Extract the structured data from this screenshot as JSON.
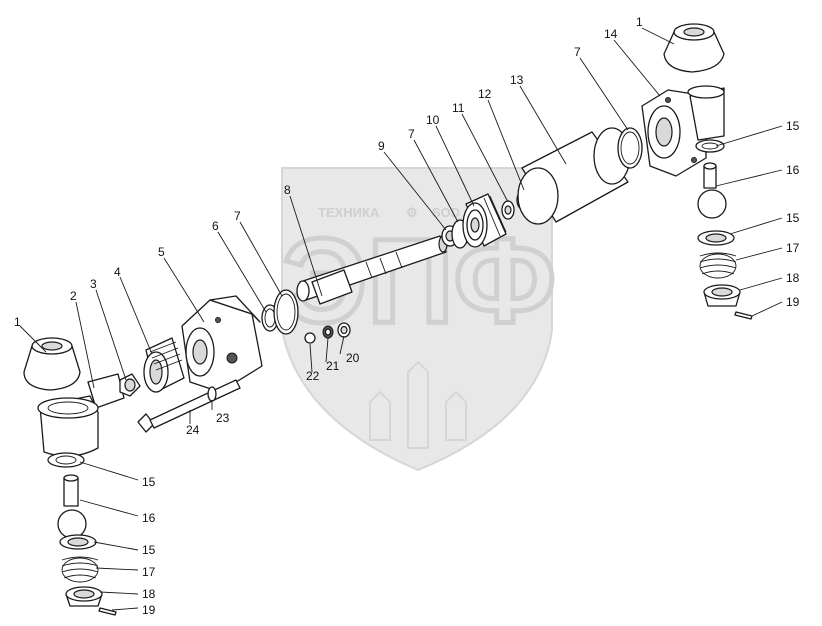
{
  "watermark": {
    "text_left": "ТЕХНИКА",
    "text_right": "SOD",
    "logo_letters": "ЭПФ"
  },
  "labels": {
    "p1_left": "1",
    "p2": "2",
    "p3": "3",
    "p4": "4",
    "p5": "5",
    "p6": "6",
    "p7_a": "7",
    "p7_b": "7",
    "p7_c": "7",
    "p8": "8",
    "p9": "9",
    "p10": "10",
    "p11": "11",
    "p12": "12",
    "p13": "13",
    "p14": "14",
    "p1_right": "1",
    "p15_r1": "15",
    "p16_r": "16",
    "p15_r2": "15",
    "p17_r": "17",
    "p18_r": "18",
    "p19_r": "19",
    "p15_l1": "15",
    "p16_l": "16",
    "p15_l2": "15",
    "p17_l": "17",
    "p18_l": "18",
    "p19_l": "19",
    "p20": "20",
    "p21": "21",
    "p22": "22",
    "p23": "23",
    "p24": "24"
  }
}
